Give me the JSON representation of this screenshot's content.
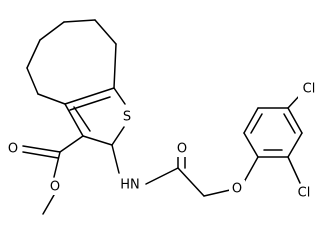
{
  "molecule": {
    "atoms": {
      "sulfur": "S",
      "ester_carbonyl_oxygen": "O",
      "ester_oxygen": "O",
      "amide_nh": "HN",
      "amide_oxygen": "O",
      "ether_oxygen": "O",
      "chlorine_para": "Cl",
      "chlorine_ortho": "Cl"
    }
  }
}
